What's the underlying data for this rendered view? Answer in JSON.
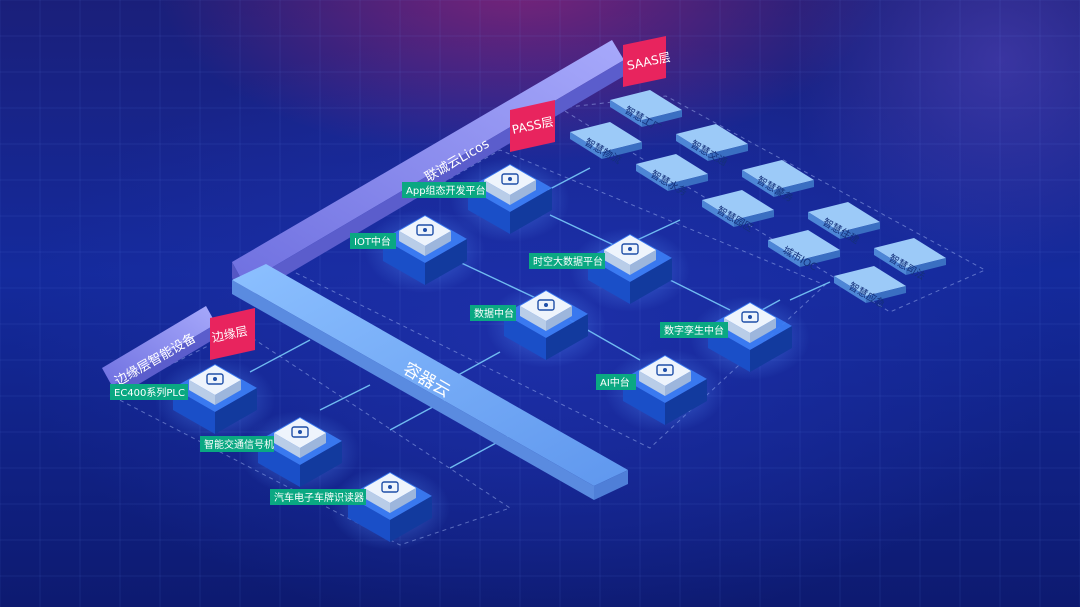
{
  "layers": {
    "edge": {
      "title": "边缘层智能设备",
      "badge": "边缘层"
    },
    "cloud": {
      "title": "联诚云Licos",
      "pass_badge": "PASS层",
      "saas_badge": "SAAS层"
    },
    "container": {
      "label": "容器云"
    }
  },
  "edge_devices": [
    {
      "label": "EC400系列PLC",
      "icon": "plc-icon"
    },
    {
      "label": "智能交通信号机",
      "icon": "signal-controller-icon"
    },
    {
      "label": "汽车电子车牌识读器",
      "icon": "plate-reader-icon"
    }
  ],
  "pass_platforms": [
    {
      "label": "App组态开发平台",
      "icon": "app-builder-icon"
    },
    {
      "label": "IOT中台",
      "icon": "iot-icon"
    },
    {
      "label": "时空大数据平台",
      "icon": "spatiotemporal-data-icon"
    },
    {
      "label": "数据中台",
      "icon": "data-hub-icon"
    },
    {
      "label": "数字孪生中台",
      "icon": "digital-twin-icon"
    },
    {
      "label": "AI中台",
      "icon": "ai-icon"
    }
  ],
  "saas_apps": [
    "智慧工厂",
    "智慧物流",
    "智慧交通",
    "智慧水务",
    "智慧警务",
    "智慧园区",
    "智慧住建",
    "城市IOC",
    "智慧司法",
    "智慧应急"
  ],
  "colors": {
    "tag_green": "#0aa882",
    "badge_pink": "#e8245e",
    "rail_purple": "#8b8ef0",
    "beam_blue": "#6aa6f4",
    "cube_top": "#e8f0fa",
    "saas_tile": "#7fb8f4"
  }
}
